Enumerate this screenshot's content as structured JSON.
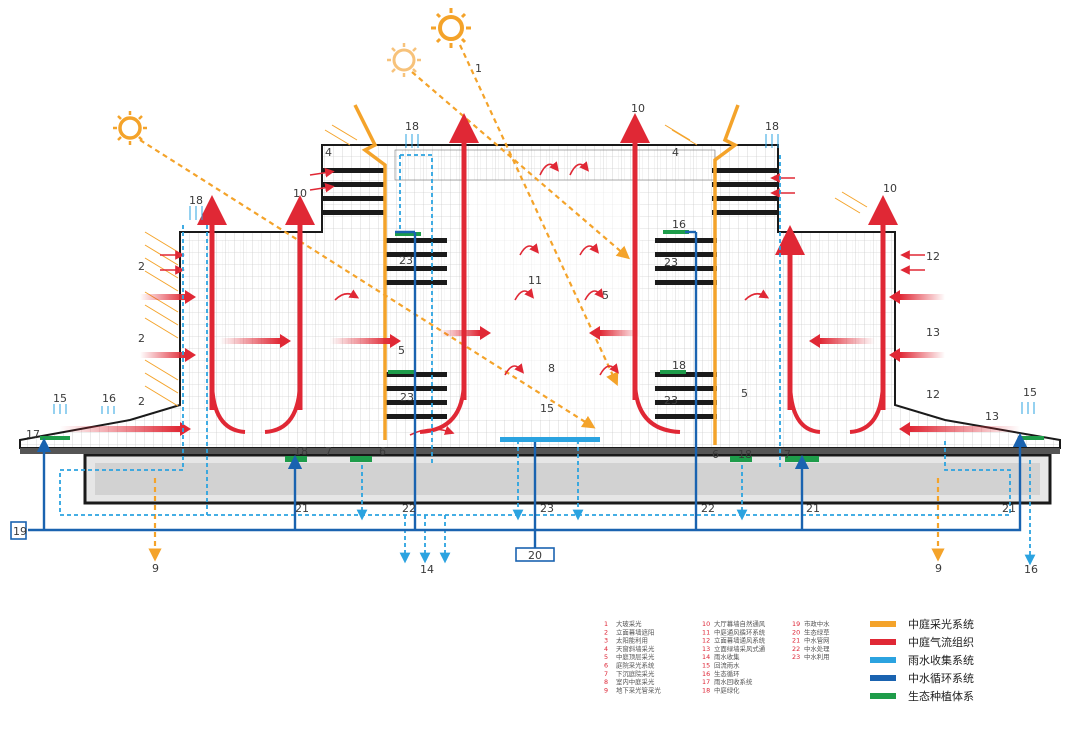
{
  "colors": {
    "daylight": "#F4A32A",
    "airflow": "#E02835",
    "rain": "#2BA3E0",
    "reclaimed": "#1A63B0",
    "planting": "#1E9C4A",
    "structure": "#1a1a1a"
  },
  "icons": {
    "sun": "sun-icon",
    "arrow": "flow-arrow-icon"
  },
  "labels": {
    "l1": "1",
    "l2": "2",
    "l4": "4",
    "l5": "5",
    "l6": "6",
    "l7": "7",
    "l8": "8",
    "l9": "9",
    "l10": "10",
    "l11": "11",
    "l12": "12",
    "l13": "13",
    "l14": "14",
    "l15": "15",
    "l16": "16",
    "l17": "17",
    "l18": "18",
    "l19": "19",
    "l20": "20",
    "l21": "21",
    "l22": "22",
    "l23": "23"
  },
  "notes": {
    "col1": [
      "大玻采光",
      "立面幕墙遮阳",
      "太阳能利用",
      "天窗斜墙采光",
      "中庭顶层采光",
      "庭院采光系统",
      "下沉庭院采光",
      "室内中庭采光",
      "地下采光管采光"
    ],
    "col2": [
      "大厅幕墙自然通风",
      "中庭通风循环系统",
      "立面幕墙通风系统",
      "立面绿墙采风式通",
      "雨水收集",
      "回流雨水",
      "生态循环",
      "雨水回收系统",
      "中庭绿化"
    ],
    "col3": [
      "市政中水",
      "生态绿草",
      "中水管网",
      "中水处理",
      "中水利用"
    ]
  },
  "legend": [
    {
      "color": "#F4A32A",
      "label": "中庭采光系统"
    },
    {
      "color": "#E02835",
      "label": "中庭气流组织"
    },
    {
      "color": "#2BA3E0",
      "label": "雨水收集系统"
    },
    {
      "color": "#1A63B0",
      "label": "中水循环系统"
    },
    {
      "color": "#1E9C4A",
      "label": "生态种植体系"
    }
  ]
}
